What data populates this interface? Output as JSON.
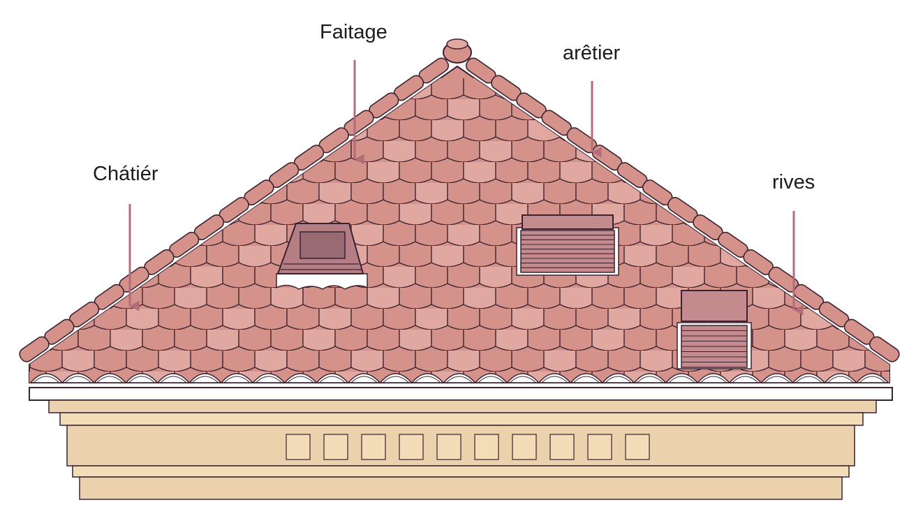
{
  "labels": {
    "faitage": "Faitage",
    "aretier": "arêtier",
    "chatier": "Chátiér",
    "rives": "rives"
  },
  "colors": {
    "tile": "#d4928b",
    "tile_light": "#e0a8a1",
    "outline": "#3b2230",
    "arrow": "#b36c78",
    "beam": "#ecd2ac",
    "beam_dark": "#d9b88a",
    "vent": "#b47e85"
  }
}
